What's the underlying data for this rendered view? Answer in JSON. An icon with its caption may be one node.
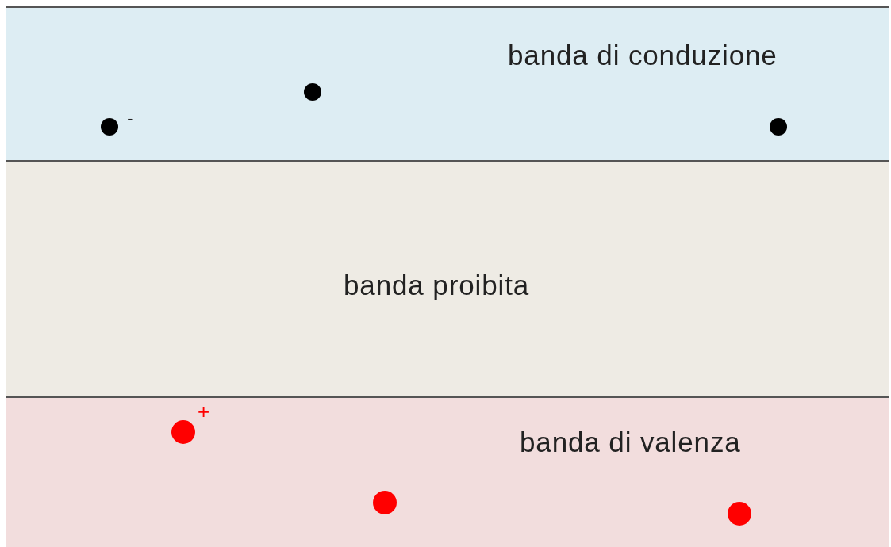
{
  "diagram": {
    "nodes": [
      {
        "text": [
          "banda di conduzione"
        ]
      },
      {
        "text": [
          "banda proibita"
        ]
      },
      {
        "text": [
          "banda di valenza"
        ]
      }
    ],
    "labels": [
      "-",
      "+"
    ]
  }
}
